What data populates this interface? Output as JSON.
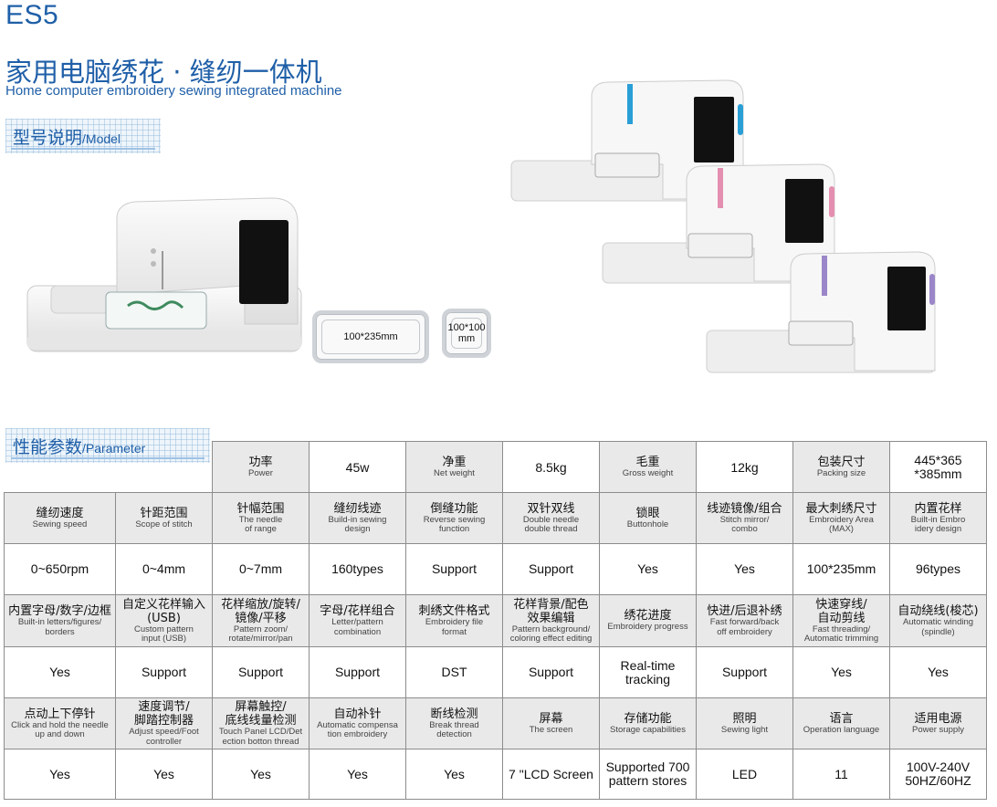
{
  "header": {
    "model_code": "ES5",
    "title_cn": "家用电脑绣花 · 缝纫一体机",
    "title_en": "Home computer embroidery sewing integrated machine"
  },
  "sections": {
    "model_cn": "型号说明",
    "model_en": "/Model",
    "param_cn": "性能参数",
    "param_en": "/Parameter"
  },
  "hoops": {
    "large": "100*235mm",
    "small_line1": "100*100",
    "small_line2": "mm"
  },
  "colors": {
    "accent": "#1f5fa8",
    "variant_blue": "#2a9fd6",
    "variant_pink": "#e58fb0",
    "variant_purple": "#9a86c8"
  },
  "top_row": {
    "power_cn": "功率",
    "power_en": "Power",
    "power_val": "45w",
    "net_cn": "净重",
    "net_en": "Net weight",
    "net_val": "8.5kg",
    "gross_cn": "毛重",
    "gross_en": "Gross weight",
    "gross_val": "12kg",
    "pack_cn": "包装尺寸",
    "pack_en": "Packing size",
    "pack_val_1": "445*365",
    "pack_val_2": "*385mm"
  },
  "row1_labels": [
    {
      "cn": "缝纫速度",
      "en": "Sewing speed"
    },
    {
      "cn": "针距范围",
      "en": "Scope of stitch"
    },
    {
      "cn": "针幅范围",
      "en1": "The needle",
      "en2": "of range"
    },
    {
      "cn": "缝纫线迹",
      "en1": "Build-in sewing",
      "en2": "design"
    },
    {
      "cn": "倒缝功能",
      "en1": "Reverse sewing",
      "en2": "function"
    },
    {
      "cn": "双针双线",
      "en1": "Double needle",
      "en2": "double thread"
    },
    {
      "cn": "锁眼",
      "en": "Buttonhole"
    },
    {
      "cn": "线迹镜像/组合",
      "en1": "Stitch mirror/",
      "en2": "combo"
    },
    {
      "cn": "最大刺绣尺寸",
      "en1": "Embroidery Area",
      "en2": "(MAX)"
    },
    {
      "cn": "内置花样",
      "en1": "Built-in Embro",
      "en2": "idery design"
    }
  ],
  "row1_values": [
    "0~650rpm",
    "0~4mm",
    "0~7mm",
    "160types",
    "Support",
    "Support",
    "Yes",
    "Yes",
    "100*235mm",
    "96types"
  ],
  "row2_labels": [
    {
      "cn": "内置字母/数字/边框",
      "en1": "Built-in letters/figures/",
      "en2": "borders"
    },
    {
      "cn": "自定义花样输入",
      "cn2": "(USB)",
      "en1": "Custom pattern",
      "en2": "input (USB)"
    },
    {
      "cn": "花样缩放/旋转/",
      "cn2": "镜像/平移",
      "en1": "Pattern zoom/",
      "en2": "rotate/mirror/pan"
    },
    {
      "cn": "字母/花样组合",
      "en1": "Letter/pattern",
      "en2": "combination"
    },
    {
      "cn": "刺绣文件格式",
      "en1": "Embroidery file",
      "en2": "format"
    },
    {
      "cn": "花样背景/配色",
      "cn2": "效果编辑",
      "en1": "Pattern background/",
      "en2": "coloring effect editing"
    },
    {
      "cn": "绣花进度",
      "en": "Embroidery progress"
    },
    {
      "cn": "快进/后退补绣",
      "en1": "Fast forward/back",
      "en2": "off embroidery"
    },
    {
      "cn": "快速穿线/",
      "cn2": "自动剪线",
      "en1": "Fast threading/",
      "en2": "Automatic trimming"
    },
    {
      "cn": "自动绕线(梭芯)",
      "en1": "Automatic winding",
      "en2": "(spindle)"
    }
  ],
  "row2_values": [
    "Yes",
    "Support",
    "Support",
    "Support",
    "DST",
    "Support",
    "Real-time|tracking",
    "Support",
    "Yes",
    "Yes"
  ],
  "row3_labels": [
    {
      "cn": "点动上下停针",
      "en1": "Click and hold the needle",
      "en2": "up and down"
    },
    {
      "cn": "速度调节/",
      "cn2": "脚踏控制器",
      "en1": "Adjust speed/Foot",
      "en2": "controller"
    },
    {
      "cn": "屏幕触控/",
      "cn2": "底线线量检测",
      "en1": "Touch Panel LCD/Det",
      "en2": "ection botton thread"
    },
    {
      "cn": "自动补针",
      "en1": "Automatic compensa",
      "en2": "tion embroidery"
    },
    {
      "cn": "断线检测",
      "en1": "Break thread",
      "en2": "detection"
    },
    {
      "cn": "屏幕",
      "en": "The screen"
    },
    {
      "cn": "存储功能",
      "en": "Storage capabilities"
    },
    {
      "cn": "照明",
      "en": "Sewing light"
    },
    {
      "cn": "语言",
      "en": "Operation language"
    },
    {
      "cn": "适用电源",
      "en": "Power supply"
    }
  ],
  "row3_values": [
    "Yes",
    "Yes",
    "Yes",
    "Yes",
    "Yes",
    "7 \"LCD Screen",
    "Supported 700|pattern stores",
    "LED",
    "11",
    "100V-240V|50HZ/60HZ"
  ]
}
